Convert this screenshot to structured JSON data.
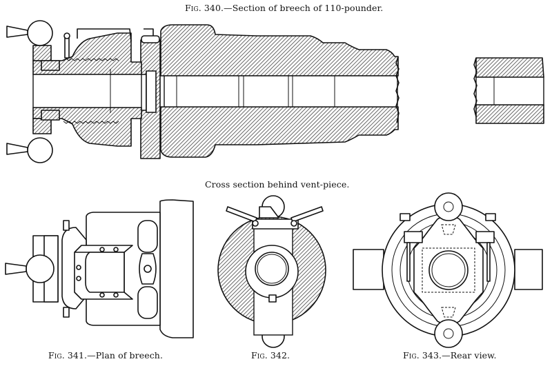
{
  "plate": {
    "fig340": {
      "prefix": "Fig.",
      "number": "340.",
      "title": "—Section of breech of 110-pounder."
    },
    "cross_section": {
      "title": "Cross section behind vent-piece."
    },
    "fig341": {
      "prefix": "Fig.",
      "number": "341.",
      "title": "—Plan of breech."
    },
    "fig342": {
      "prefix": "Fig.",
      "number": "342.",
      "title": ""
    },
    "fig343": {
      "prefix": "Fig.",
      "number": "343.",
      "title": "—Rear view."
    }
  },
  "colors": {
    "ink": "#111111",
    "paper": "#ffffff"
  }
}
